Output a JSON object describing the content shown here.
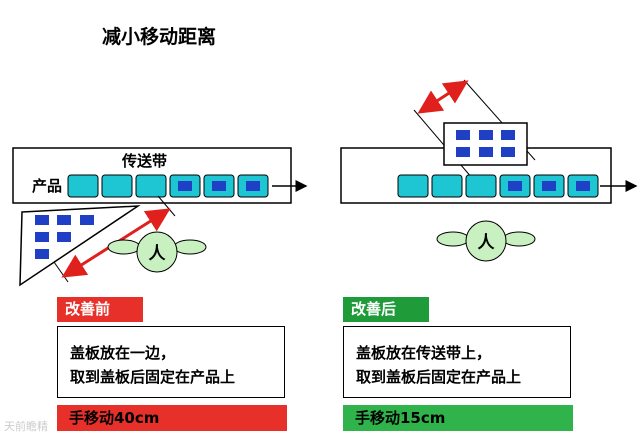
{
  "title": "减小移动距离",
  "labels": {
    "conveyor": "传送带",
    "product": "产品",
    "operator": "人"
  },
  "before": {
    "tag": "改善前",
    "description_line1": "盖板放在一边，",
    "description_line2": "取到盖板后固定在产品上",
    "distance": "手移动40cm"
  },
  "after": {
    "tag": "改善后",
    "description_line1": "盖板放在传送带上，",
    "description_line2": "取到盖板后固定在产品上",
    "distance": "手移动15cm"
  },
  "watermark": "天前瞻精",
  "colors": {
    "product_fill": "#1ec6d4",
    "cover_fill": "#1f3fc4",
    "operator_fill": "#c8f0c0",
    "before_accent": "#e8302a",
    "after_accent": "#2fb34a",
    "distance_arrow": "#e0201c"
  }
}
